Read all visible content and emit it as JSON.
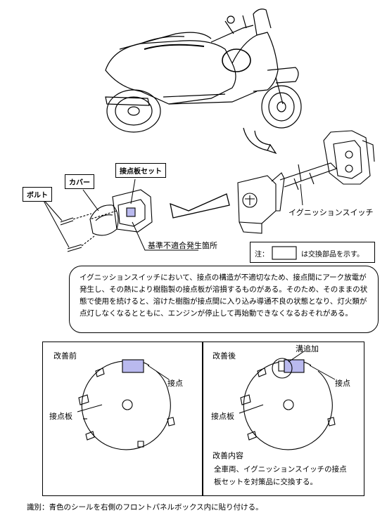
{
  "callouts": {
    "contact_plate_set": "接点板セット",
    "cover": "カバー",
    "bolt": "ボルト",
    "ignition_switch": "イグニッションスイッチ",
    "defect_location": "基準不適合発生箇所"
  },
  "legend": {
    "prefix": "注：",
    "suffix": "は交換部品を示す。"
  },
  "description": "イグニッションスイッチにおいて、接点の構造が不適切なため、接点間にアーク放電が発生し、その熱により樹脂製の接点板が溶損するものがある。そのため、そのままの状態で使用を続けると、溶けた樹脂が接点間に入り込み導通不良の状態となり、灯火類が点灯しなくなるとともに、エンジンが停止して再始動できなくなるおそれがある。",
  "before": {
    "title": "改善前",
    "contact_label": "接点",
    "plate_label": "接点板"
  },
  "after": {
    "title": "改善後",
    "groove_label": "溝追加",
    "contact_label": "接点",
    "plate_label": "接点板",
    "content_title": "改善内容",
    "content_text_1": "全車両、イグニッションスイッチの接点",
    "content_text_2": "板セットを対策品に交換する。"
  },
  "footer": "識別：青色のシールを右側のフロントパネルボックス内に貼り付ける。",
  "colors": {
    "replacement_part": "#b9b9ee",
    "line": "#000000"
  }
}
